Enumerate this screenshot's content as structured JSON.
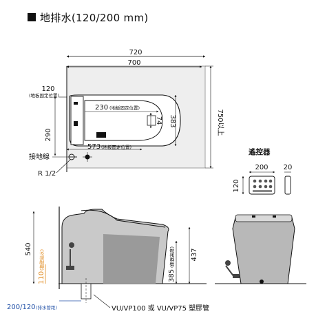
{
  "header": {
    "title": "地排水(120/200 mm)"
  },
  "top_view": {
    "dim_720": "720",
    "dim_700": "700",
    "dim_120": "120",
    "dim_120_note": "(地板固定位置)",
    "dim_230": "230",
    "dim_230_note": "(地板固定位置)",
    "dim_74": "74",
    "dim_383": "383",
    "dim_750": "750以上",
    "dim_290": "290",
    "dim_573": "573",
    "dim_573_note": "(地板固定位置)",
    "ground_wire": "接地線",
    "supply": "R 1/2"
  },
  "remote": {
    "title": "遙控器",
    "width": "200",
    "depth": "20",
    "height": "120"
  },
  "side_view": {
    "dim_540": "540",
    "dim_110": "110",
    "dim_110_note": "(牆壁給水)",
    "dim_385": "385",
    "dim_385_note": "(便器高度)",
    "dim_437": "437",
    "drain_offset": "200/120",
    "drain_offset_note": "(排水管距)",
    "pipe_note": "VU/VP100 或 VU/VP75 塑膠管"
  },
  "colors": {
    "accent_orange": "#e08a1e",
    "accent_blue": "#1f4fa6"
  }
}
